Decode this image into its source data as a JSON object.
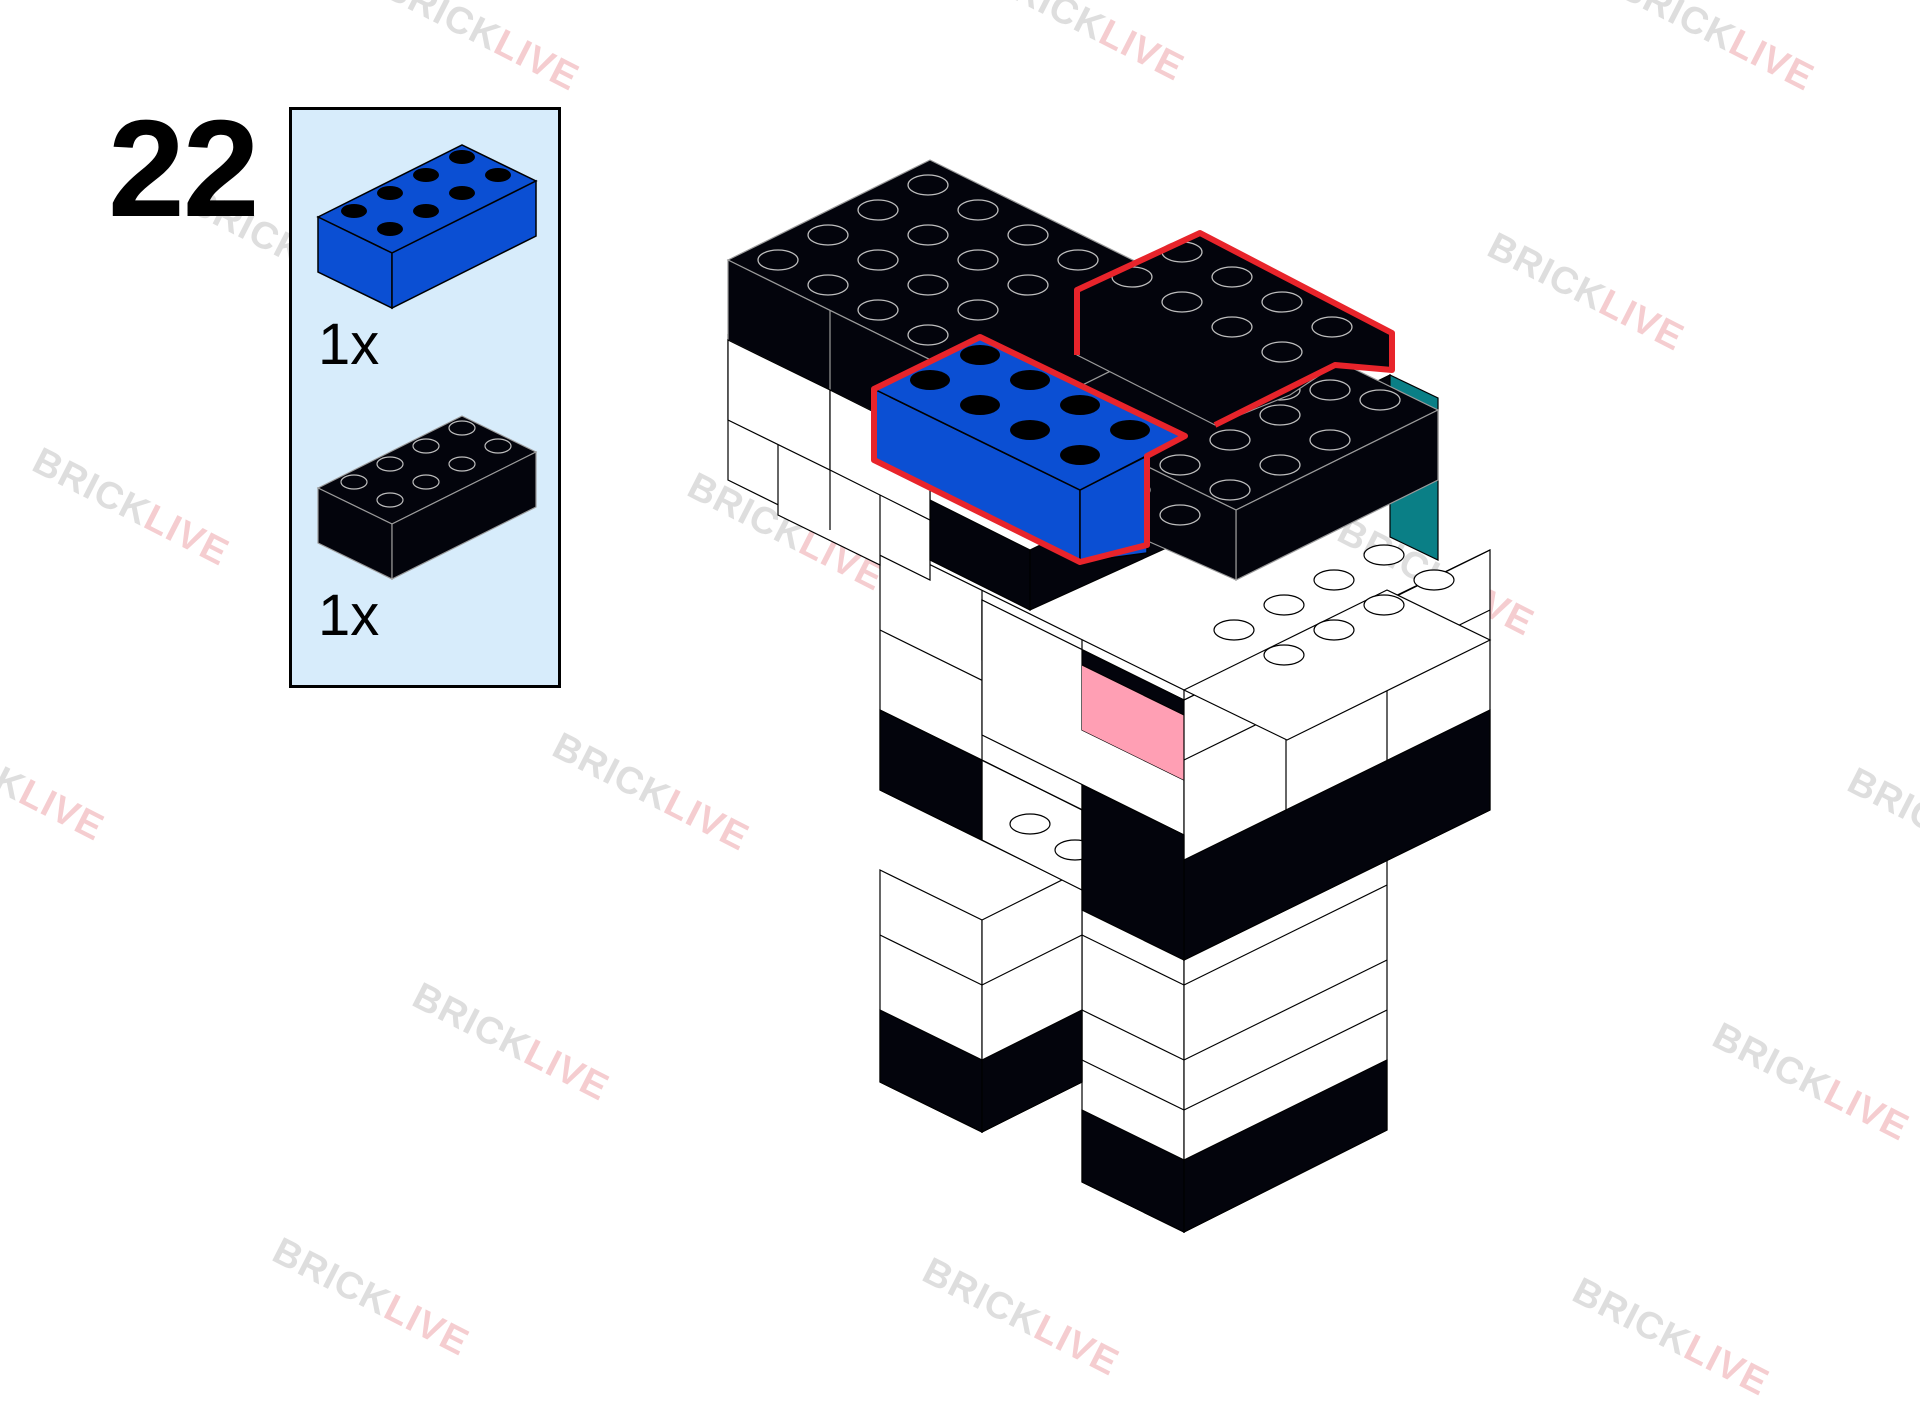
{
  "step": {
    "number": "22"
  },
  "parts": [
    {
      "quantity": "1x",
      "color_name": "blue",
      "color": "#0b4fd3",
      "size": "2x4"
    },
    {
      "quantity": "1x",
      "color_name": "black",
      "color": "#03040c",
      "size": "2x4"
    }
  ],
  "watermark": {
    "part1": "BRICK",
    "part2": "LIVE"
  },
  "colors": {
    "highlight": "#e8242b",
    "panel_bg": "#d7ecfb",
    "black_brick": "#03040c",
    "white_brick": "#ffffff",
    "pink_brick": "#ff9fb4",
    "teal_brick": "#0a7f86"
  }
}
